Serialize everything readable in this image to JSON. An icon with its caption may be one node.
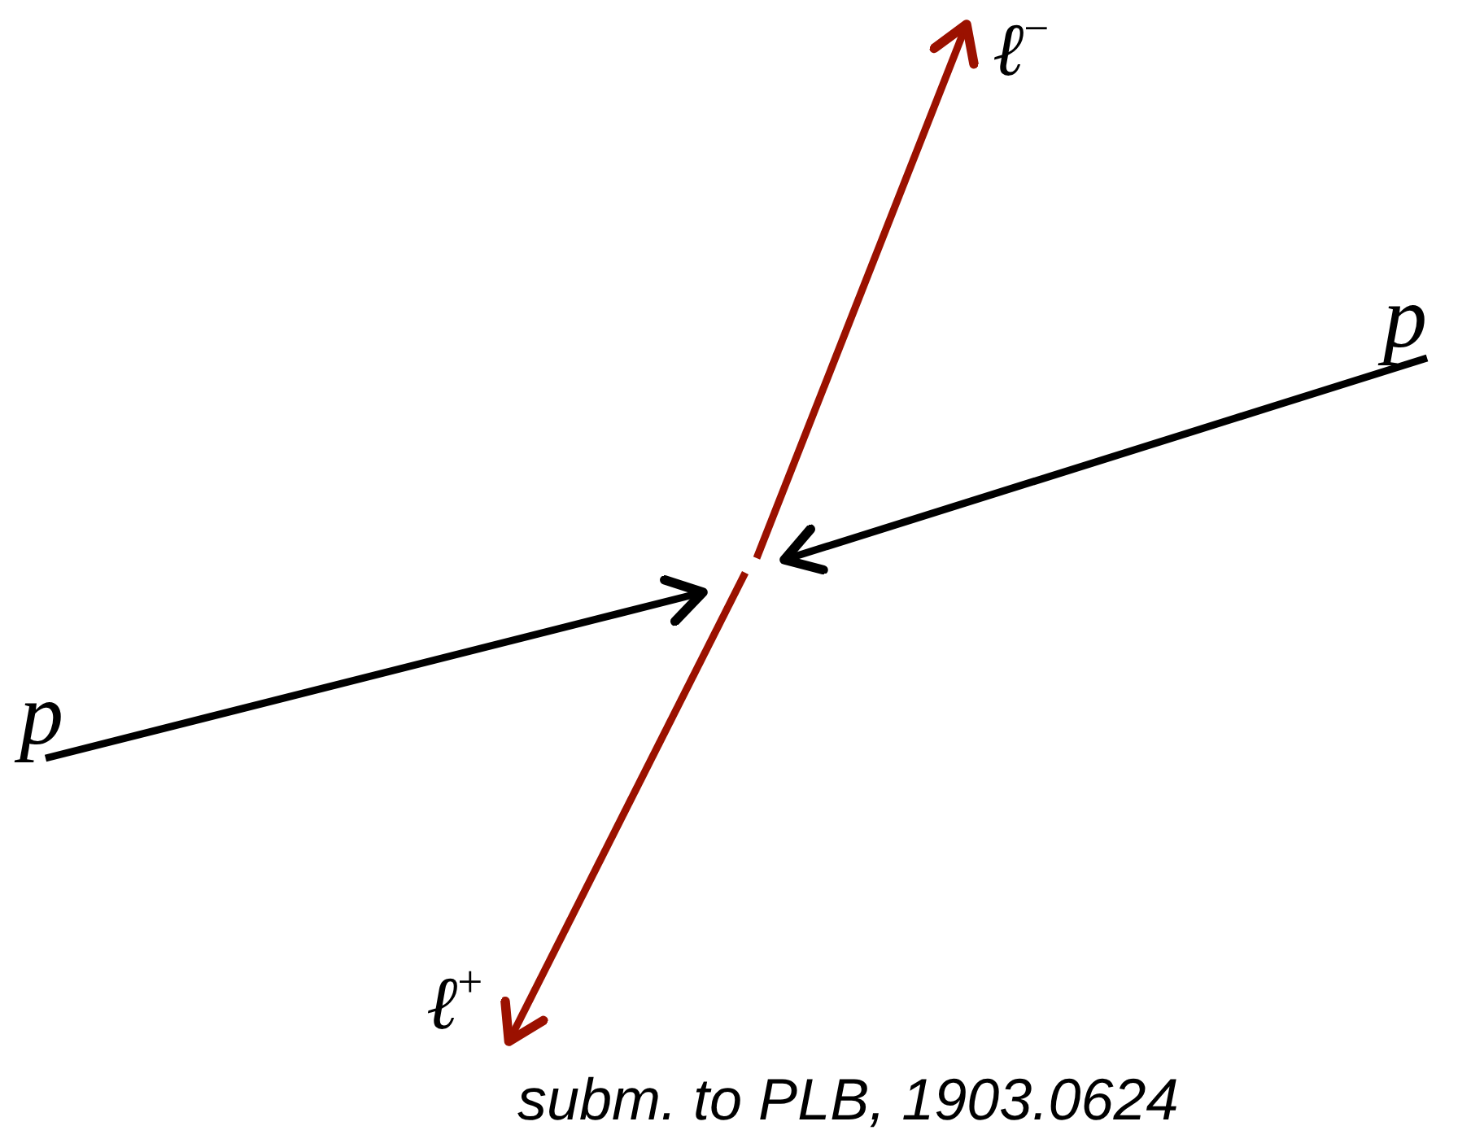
{
  "diagram": {
    "caption": "subm. to PLB, 1903.0624",
    "nodes": [
      {
        "text": [
          "p"
        ]
      },
      {
        "text": [
          "p"
        ]
      },
      {
        "text": [
          "ℓ$^{−}$"
        ]
      },
      {
        "text": [
          "ℓ$^{+}$"
        ]
      }
    ],
    "edges": [
      {
        "from": 0,
        "to": null,
        "arrow": "to"
      },
      {
        "from": 1,
        "to": null,
        "arrow": "to"
      },
      {
        "from": null,
        "to": 2,
        "arrow": "to",
        "color": "#9b1100"
      },
      {
        "from": null,
        "to": 3,
        "arrow": "to",
        "color": "#9b1100"
      }
    ]
  }
}
